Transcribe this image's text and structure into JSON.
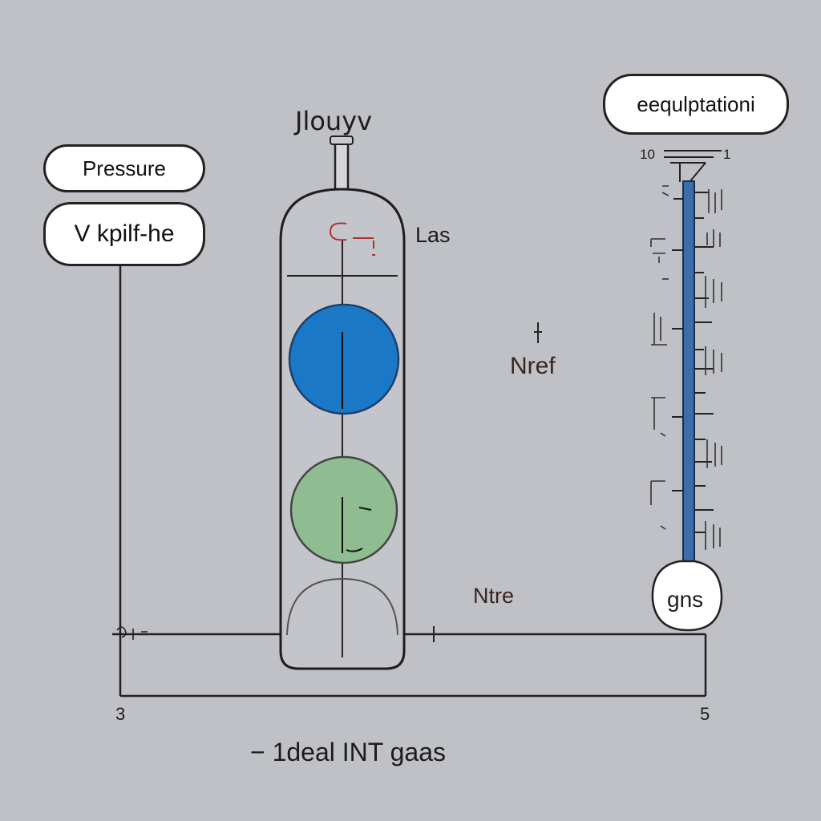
{
  "diagram": {
    "colors": {
      "background": "#bfc1c6",
      "stroke": "#222222",
      "upper_disk": "#1b78c6",
      "lower_disk": "#8fbc90",
      "thermometer_column": "#3a6ea8",
      "red_mark": "#a83232"
    },
    "labels": {
      "pressure": "Pressure",
      "volume_bubble": "V kpilf-he",
      "valve_top": "Jlouyv",
      "gas_side": "Las",
      "nref": "Nref",
      "ntre": "Ntre",
      "equation_bubble": "eequlptationi",
      "bulb": "gns",
      "axis_left": "3",
      "axis_right": "5",
      "caption": "− 1deal INT gaas",
      "thermo_left": "10",
      "thermo_right": "1"
    }
  }
}
